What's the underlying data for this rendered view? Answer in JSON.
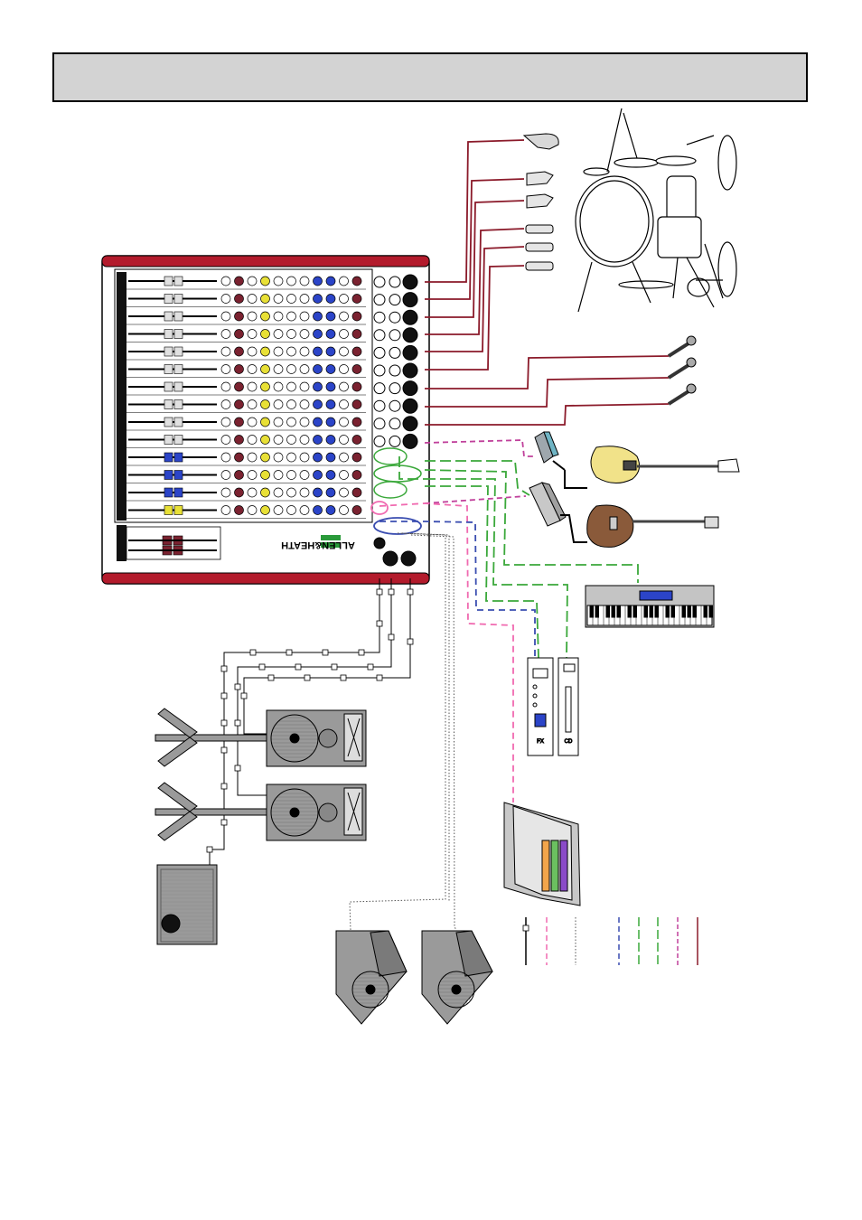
{
  "header": {
    "title": ""
  },
  "mixer": {
    "brand": "ALLEN&HEATH"
  },
  "devices": {
    "fx_unit_label": "FX",
    "cd_player_label": "CD"
  },
  "colors": {
    "mixer_red": "#b31b2c",
    "mic_cable": "#8b1a2a",
    "di_cable": "#c0409b",
    "line_green": "#3aa83a",
    "blue_cable": "#3a4db0",
    "pink_cable": "#f06ab0",
    "speaker_cable": "#000000",
    "gray_body": "#9a9a9a",
    "knob_yellow": "#e8e036",
    "knob_blue": "#2b44c8",
    "knob_maroon": "#7a2230"
  },
  "icons": [
    "drum-kit-icon",
    "drum-mic-icon",
    "vocal-mic-icon",
    "di-box-icon",
    "bass-guitar-icon",
    "electric-guitar-icon",
    "keyboard-icon",
    "fx-processor-icon",
    "cd-player-icon",
    "laptop-icon",
    "pa-speaker-icon",
    "subwoofer-icon",
    "stage-monitor-icon",
    "cable-legend-icon"
  ]
}
